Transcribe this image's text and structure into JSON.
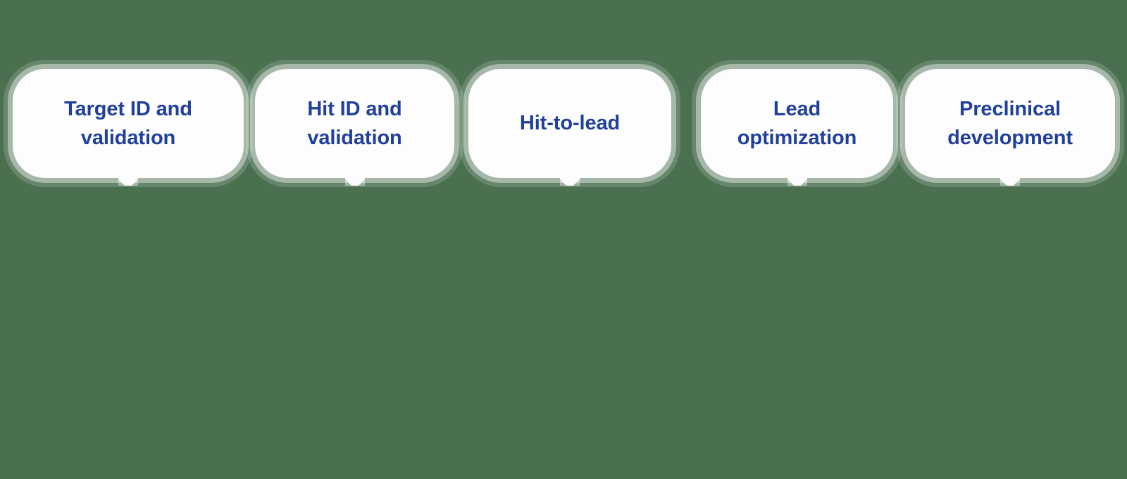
{
  "canvas": {
    "background_color": "#4a7050",
    "card_color": "#fdfdfd",
    "accent_color": "#22409a"
  },
  "flow": {
    "name": "drug-discovery-stages",
    "stages": [
      {
        "id": "target-id-and-validation",
        "label": "Target ID and\nvalidation"
      },
      {
        "id": "hit-id-and-validation",
        "label": "Hit ID and\nvalidation"
      },
      {
        "id": "hit-to-lead",
        "label": "Hit-to-lead"
      },
      {
        "id": "lead-optimization",
        "label": "Lead\noptimization"
      },
      {
        "id": "preclinical-development",
        "label": "Preclinical\ndevelopment"
      }
    ]
  }
}
